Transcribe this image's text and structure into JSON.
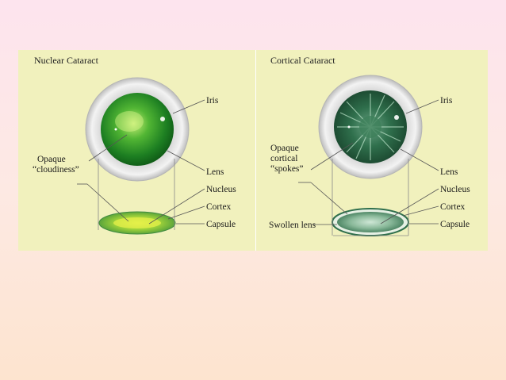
{
  "nuclear": {
    "title": "Nuclear Cataract",
    "labels": {
      "iris": "Iris",
      "opaque_line1": "Opaque",
      "opaque_line2": "“cloudiness”",
      "lens": "Lens",
      "nucleus": "Nucleus",
      "cortex": "Cortex",
      "capsule": "Capsule"
    }
  },
  "cortical": {
    "title": "Cortical Cataract",
    "labels": {
      "iris": "Iris",
      "opaque_line1": "Opaque",
      "opaque_line2": "cortical",
      "opaque_line3": "“spokes”",
      "swollen_lens": "Swollen lens",
      "lens": "Lens",
      "nucleus": "Nucleus",
      "cortex": "Cortex",
      "capsule": "Capsule"
    }
  },
  "colors": {
    "panel_background": "#f1f1bd",
    "nuclear_lens": "#2f9d2a",
    "cortical_lens": "#2f6f4c",
    "iris_ring": "#dcdcdc"
  }
}
